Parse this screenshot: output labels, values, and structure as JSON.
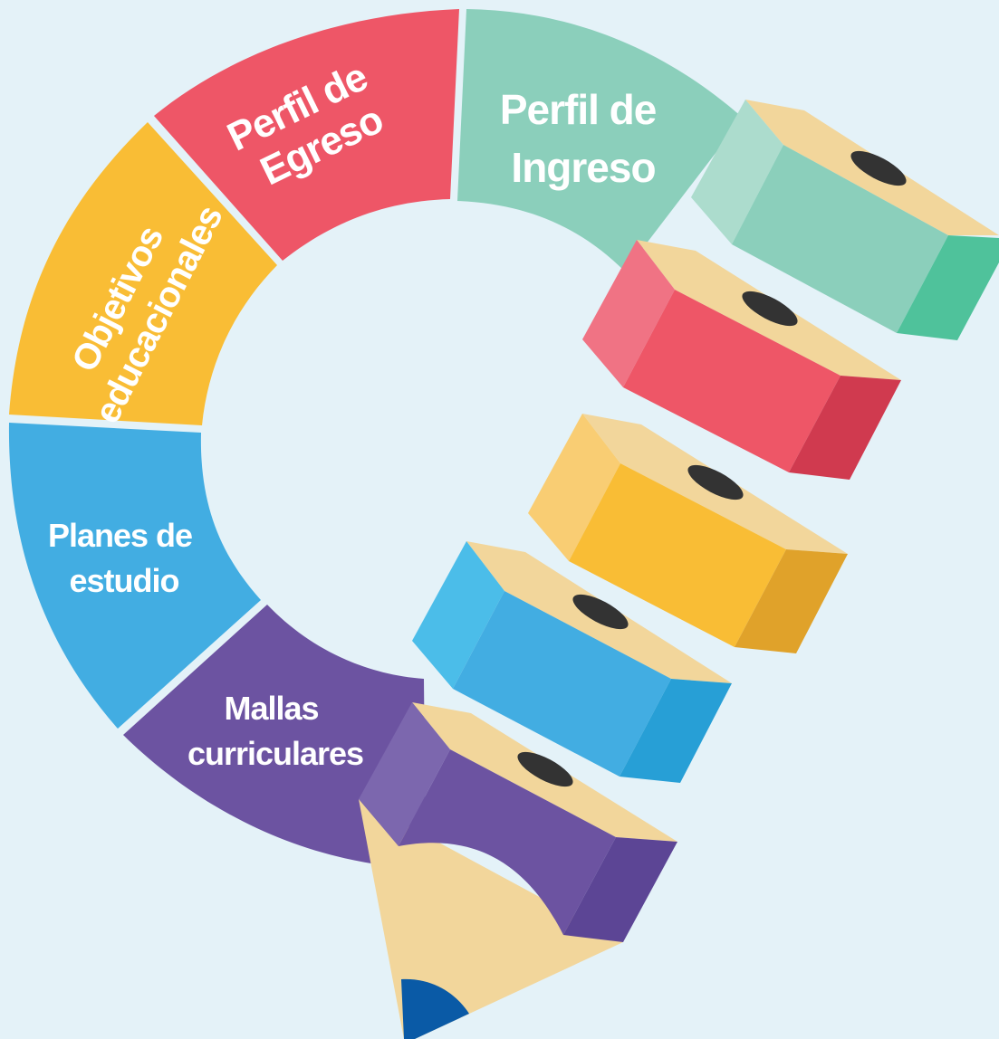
{
  "background": "#e4f2f8",
  "segments": [
    {
      "key": "planes",
      "lines": [
        "Planes de",
        "estudio"
      ],
      "color": "#42ade2"
    },
    {
      "key": "objetivos",
      "lines": [
        "Objetivos",
        "educacionales"
      ],
      "color": "#f9bd35"
    },
    {
      "key": "egreso",
      "lines": [
        "Perfil de",
        "Egreso"
      ],
      "color": "#ee5667"
    },
    {
      "key": "ingreso",
      "lines": [
        "Perfil de",
        "Ingreso"
      ],
      "color": "#8bcfbb"
    },
    {
      "key": "mallas",
      "lines": [
        "Mallas",
        "curriculares"
      ],
      "color": "#6c53a1"
    }
  ],
  "blocks": [
    {
      "key": "green",
      "front": "#8bcfbb",
      "left": "#acdccd",
      "right": "#4fc29b"
    },
    {
      "key": "red",
      "front": "#ee5667",
      "left": "#f07384",
      "right": "#d03a4f"
    },
    {
      "key": "yellow",
      "front": "#f9bd35",
      "left": "#f9cd73",
      "right": "#e0a22a"
    },
    {
      "key": "blue",
      "front": "#42ade2",
      "left": "#4bbde9",
      "right": "#279fd6"
    },
    {
      "key": "purple",
      "front": "#6c53a1",
      "left": "#7c67ae",
      "right": "#5c4595"
    }
  ],
  "pencil": {
    "wood": "#f2d69b",
    "lead": "#333333",
    "tip": "#0a5aa6"
  }
}
